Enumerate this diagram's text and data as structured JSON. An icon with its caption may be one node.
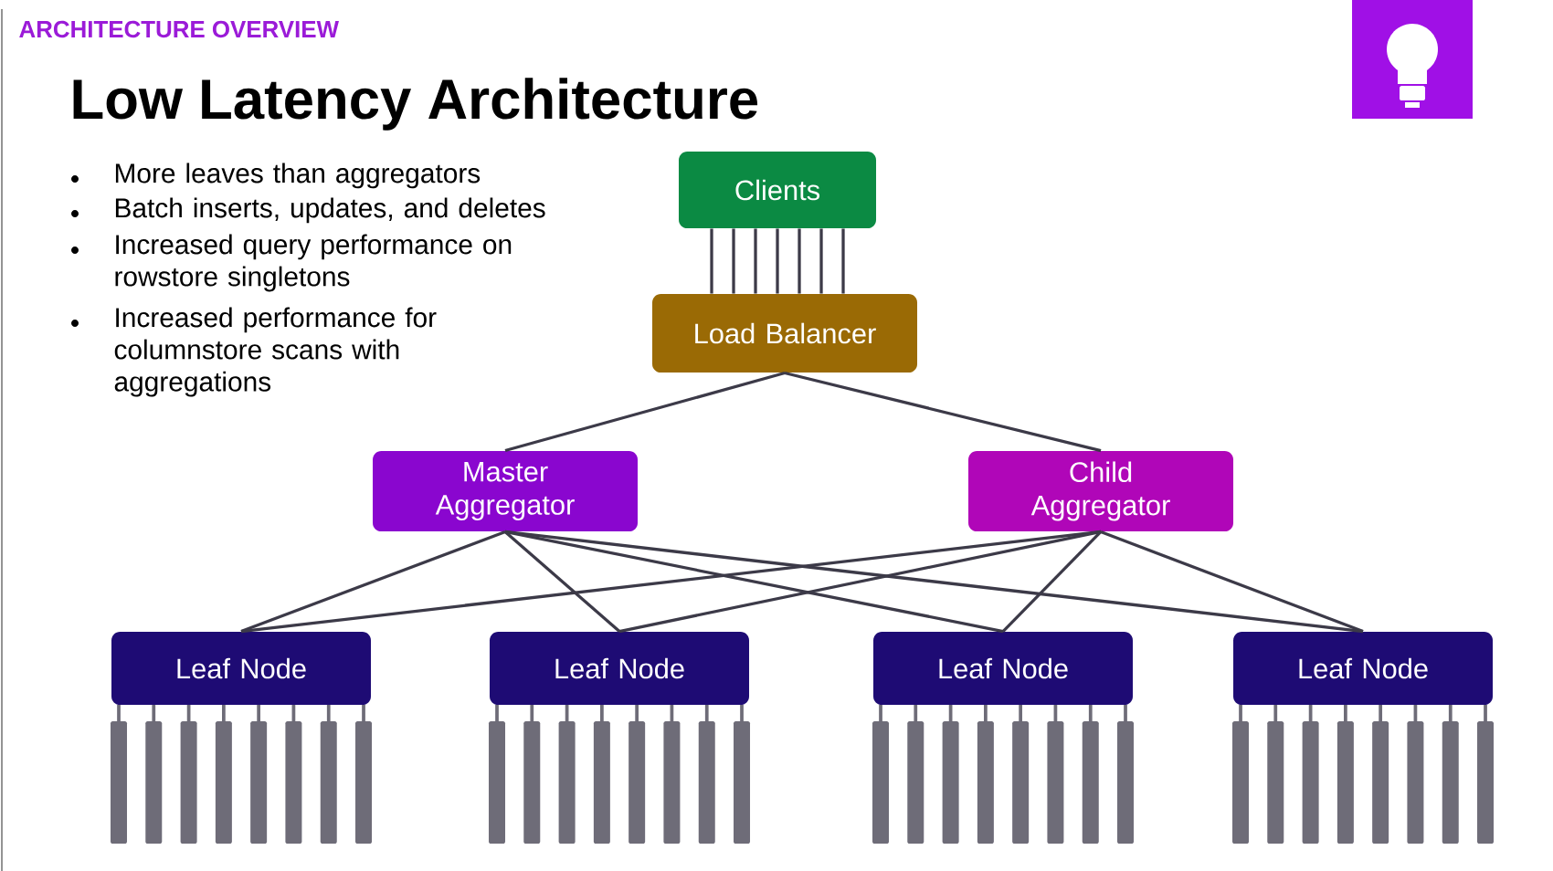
{
  "diagram": {
    "title": "Low Latency Architecture",
    "nodes": [
      {
        "text": [
          "Clients"
        ]
      },
      {
        "text": [
          "Load Balancer"
        ]
      },
      {
        "text": [
          "Master Aggregator"
        ]
      },
      {
        "text": [
          "Child Aggregator"
        ]
      },
      {
        "text": [
          "Leaf Node"
        ]
      },
      {
        "text": [
          "Leaf Node"
        ]
      },
      {
        "text": [
          "Leaf Node"
        ]
      },
      {
        "text": [
          "Leaf Node"
        ]
      }
    ],
    "edges": [
      {
        "from": 0,
        "to": 1,
        "arrow": "none"
      },
      {
        "from": 0,
        "to": 1,
        "arrow": "none"
      },
      {
        "from": 0,
        "to": 1,
        "arrow": "none"
      },
      {
        "from": 0,
        "to": 1,
        "arrow": "none"
      },
      {
        "from": 0,
        "to": 1,
        "arrow": "none"
      },
      {
        "from": 0,
        "to": 1,
        "arrow": "none"
      },
      {
        "from": 0,
        "to": 1,
        "arrow": "none"
      },
      {
        "from": 1,
        "to": 2,
        "arrow": "none"
      },
      {
        "from": 1,
        "to": 3,
        "arrow": "none"
      },
      {
        "from": 2,
        "to": 4,
        "arrow": "none"
      },
      {
        "from": 2,
        "to": 5,
        "arrow": "none"
      },
      {
        "from": 2,
        "to": 6,
        "arrow": "none"
      },
      {
        "from": 2,
        "to": 7,
        "arrow": "none"
      },
      {
        "from": 3,
        "to": 4,
        "arrow": "none"
      },
      {
        "from": 3,
        "to": 5,
        "arrow": "none"
      },
      {
        "from": 3,
        "to": 6,
        "arrow": "none"
      },
      {
        "from": 3,
        "to": 7,
        "arrow": "none"
      }
    ],
    "labels": [
      "ARCHITECTURE OVERVIEW",
      "More leaves than aggregators",
      "Batch inserts, updates, and deletes",
      "Increased query performance on rowstore singletons",
      "Increased performance for columnstore scans with aggregations"
    ]
  }
}
